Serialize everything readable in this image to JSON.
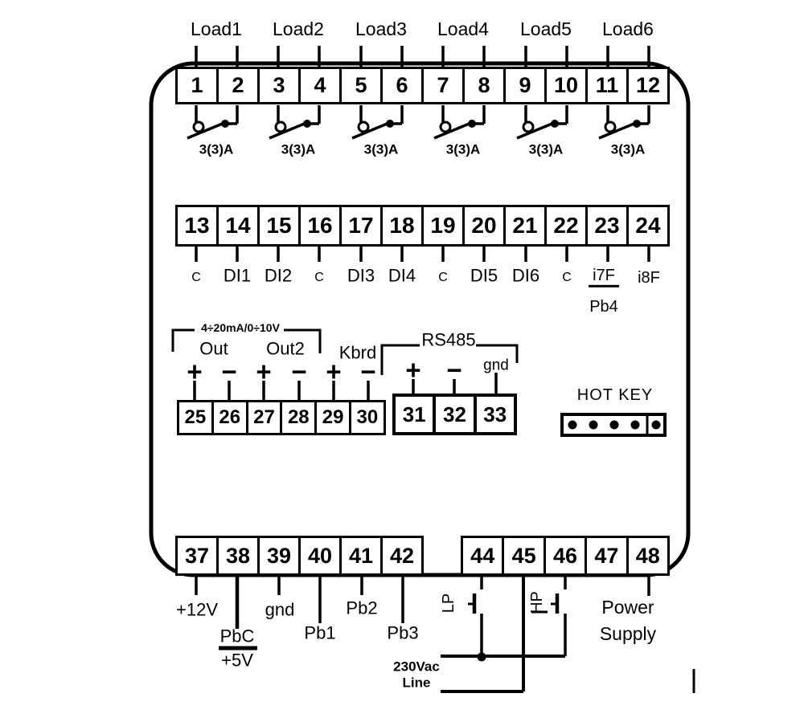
{
  "loads": {
    "labels": [
      "Load1",
      "Load2",
      "Load3",
      "Load4",
      "Load5",
      "Load6"
    ],
    "ratings": [
      "3(3)A",
      "3(3)A",
      "3(3)A",
      "3(3)A",
      "3(3)A",
      "3(3)A"
    ]
  },
  "row1": {
    "terminals": [
      "1",
      "2",
      "3",
      "4",
      "5",
      "6",
      "7",
      "8",
      "9",
      "10",
      "11",
      "12"
    ]
  },
  "row2": {
    "terminals": [
      "13",
      "14",
      "15",
      "16",
      "17",
      "18",
      "19",
      "20",
      "21",
      "22",
      "23",
      "24"
    ],
    "labels": [
      "C",
      "DI1",
      "DI2",
      "C",
      "DI3",
      "DI4",
      "C",
      "DI5",
      "DI6",
      "C"
    ],
    "i7f": "i7F",
    "pb4": "Pb4",
    "i8f": "i8F"
  },
  "analog": {
    "range": "4÷20mA/0÷10V",
    "out": "Out",
    "out2": "Out2",
    "kbrd": "Kbrd",
    "signs": [
      "+",
      "−",
      "+",
      "−",
      "+",
      "−"
    ],
    "terminals": [
      "25",
      "26",
      "27",
      "28",
      "29",
      "30"
    ]
  },
  "rs485": {
    "label": "RS485",
    "plus": "+",
    "minus": "−",
    "gnd": "gnd",
    "terminals": [
      "31",
      "32",
      "33"
    ]
  },
  "hotkey": {
    "label": "HOT KEY"
  },
  "bottom": {
    "left_terminals": [
      "37",
      "38",
      "39",
      "40",
      "41",
      "42"
    ],
    "right_terminals": [
      "44",
      "45",
      "46",
      "47",
      "48"
    ],
    "v12": "+12V",
    "pbc": "PbC",
    "v5": "+5V",
    "gnd": "gnd",
    "pb1": "Pb1",
    "pb2": "Pb2",
    "pb3": "Pb3",
    "lp": "LP",
    "hp": "HP",
    "mains1": "230Vac",
    "mains2": "Line",
    "power1": "Power",
    "power2": "Supply"
  }
}
